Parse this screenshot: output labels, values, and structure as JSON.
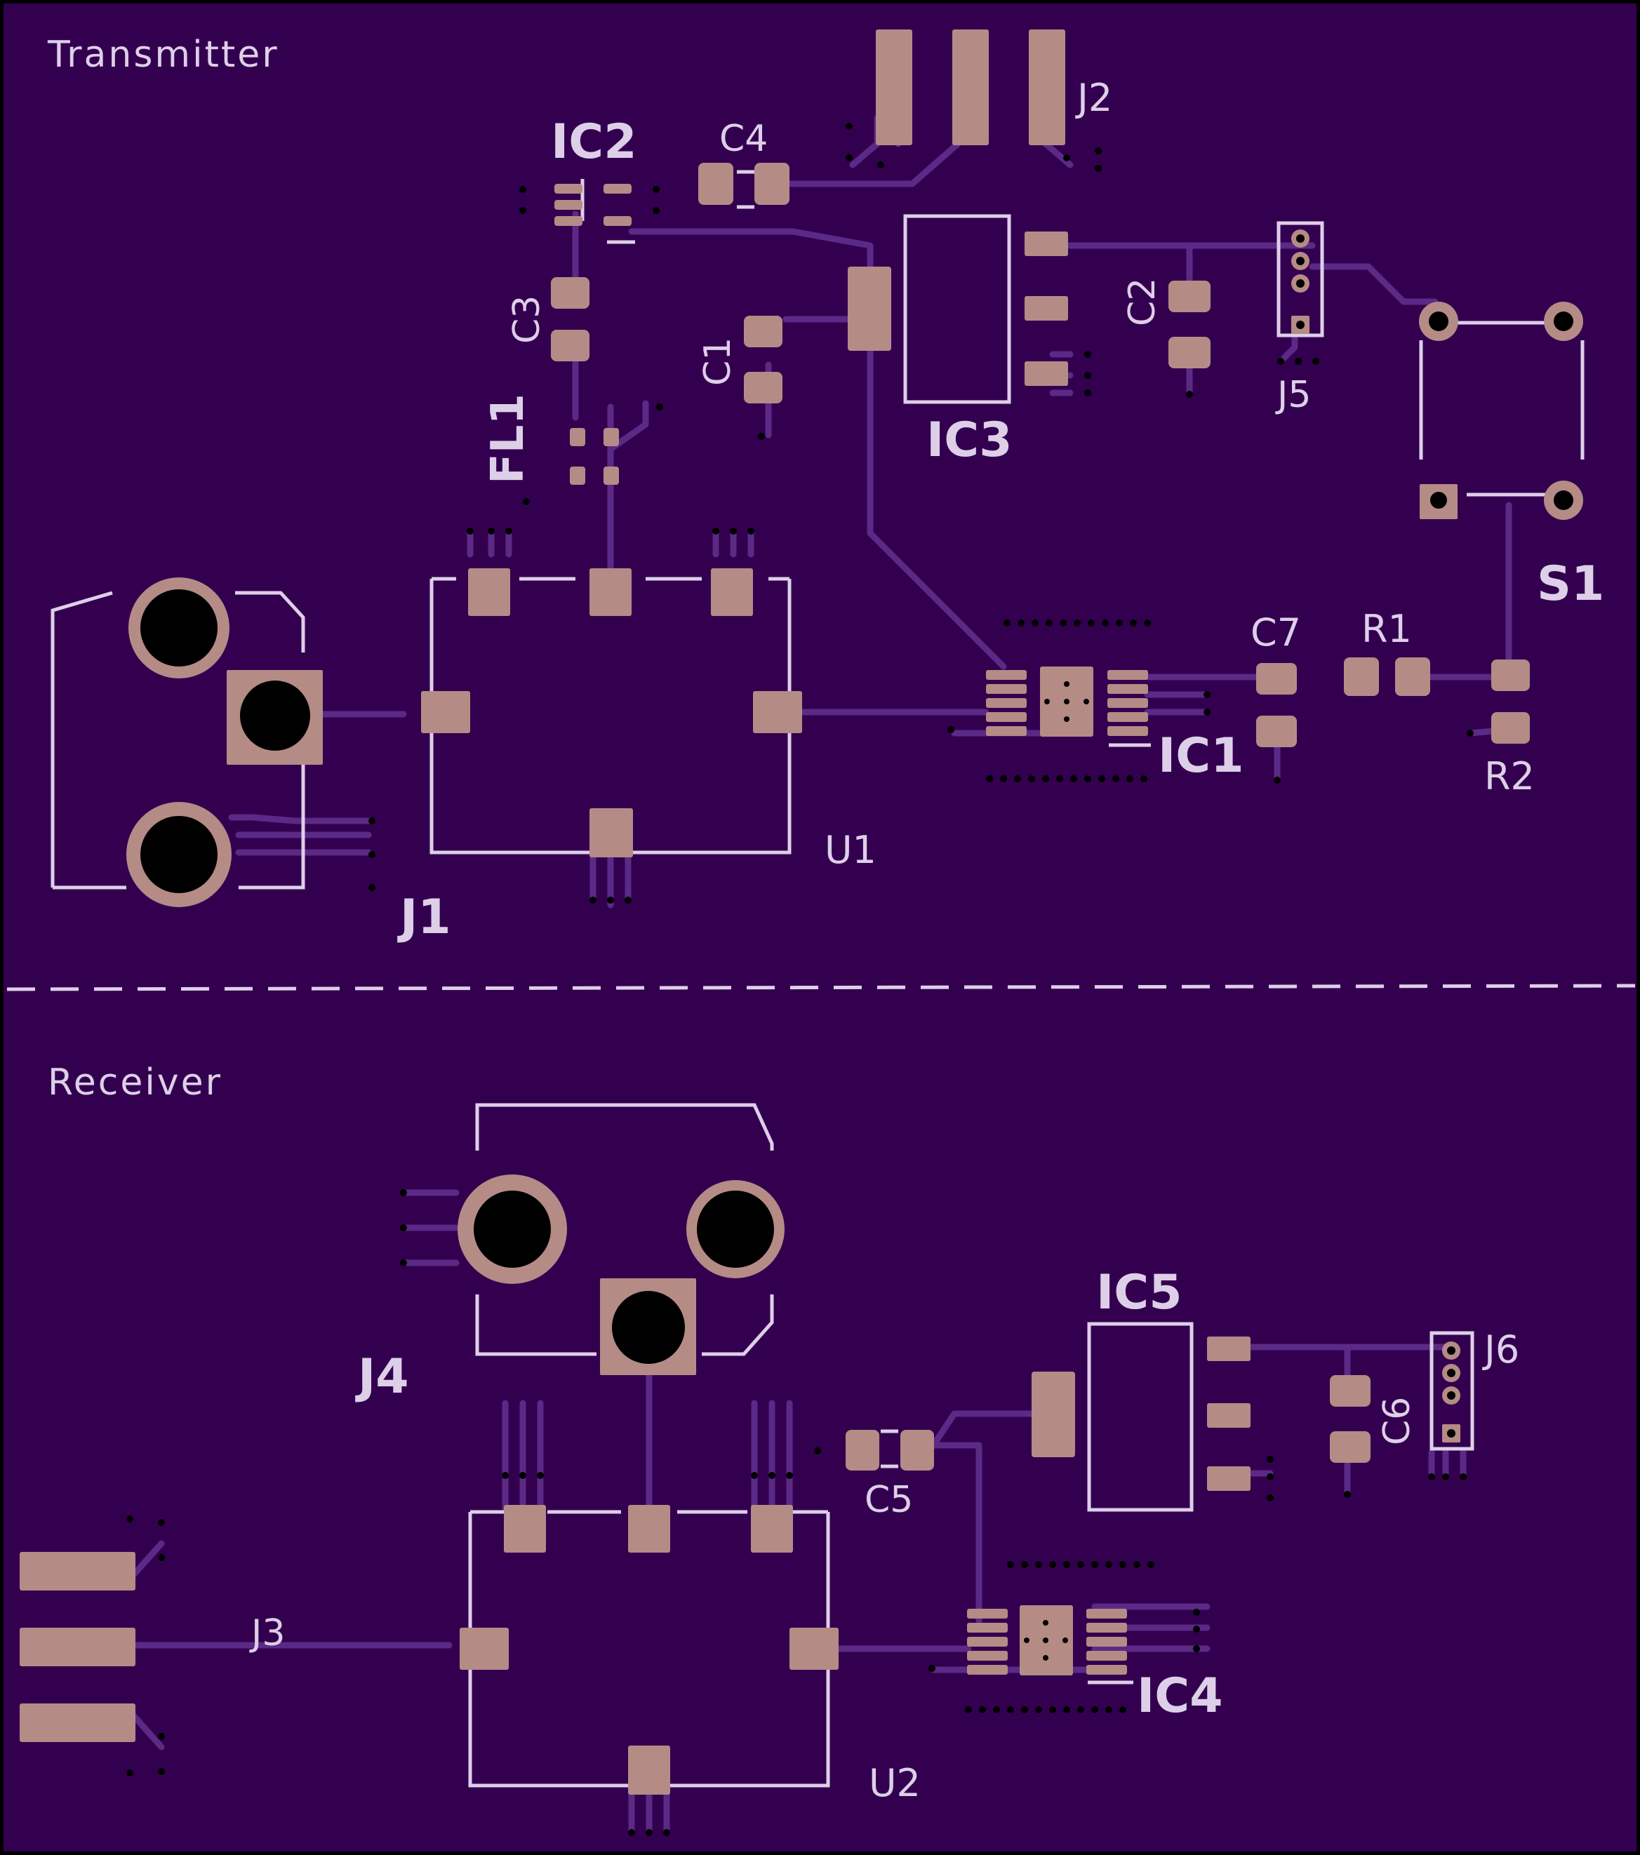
{
  "sections": {
    "transmitter": "Transmitter",
    "receiver": "Receiver"
  },
  "designators": {
    "IC1": "IC1",
    "IC2": "IC2",
    "IC3": "IC3",
    "IC4": "IC4",
    "IC5": "IC5",
    "C1": "C1",
    "C2": "C2",
    "C3": "C3",
    "C4": "C4",
    "C5": "C5",
    "C6": "C6",
    "C7": "C7",
    "R1": "R1",
    "R2": "R2",
    "J1": "J1",
    "J2": "J2",
    "J3": "J3",
    "J4": "J4",
    "J5": "J5",
    "J6": "J6",
    "U1": "U1",
    "U2": "U2",
    "S1": "S1",
    "FL1": "FL1"
  },
  "colors": {
    "board": "#33004f",
    "trace": "#5a2a86",
    "pad": "#b58b86",
    "silkscreen": "#ddcfe8",
    "drill": "#000000"
  }
}
